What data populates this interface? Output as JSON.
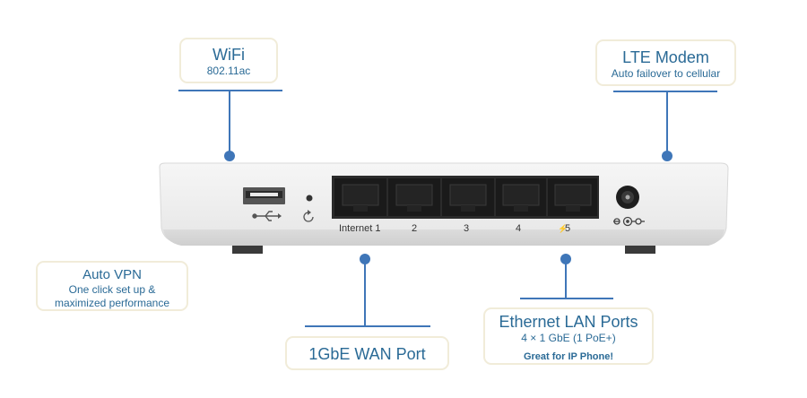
{
  "callouts": {
    "wifi": {
      "title": "WiFi",
      "subtitle": "802.11ac"
    },
    "lte": {
      "title": "LTE Modem",
      "subtitle": "Auto failover to cellular"
    },
    "vpn": {
      "title": "Auto VPN",
      "line1": "One click set up &",
      "line2": "maximized performance"
    },
    "wan": {
      "title": "1GbE WAN Port"
    },
    "lan": {
      "title": "Ethernet LAN Ports",
      "subtitle": "4 × 1 GbE (1 PoE+)",
      "note": "Great for IP Phone!"
    }
  },
  "device": {
    "port_labels": [
      "Internet 1",
      "2",
      "3",
      "4",
      "5"
    ],
    "poe_mark": "⚡"
  },
  "colors": {
    "accent": "#3f76b8",
    "callout_text": "#2a6a96",
    "callout_border": "#f1ecd9"
  },
  "icons": [
    "usb-icon",
    "reset-icon",
    "power-jack-icon",
    "poe-icon"
  ]
}
